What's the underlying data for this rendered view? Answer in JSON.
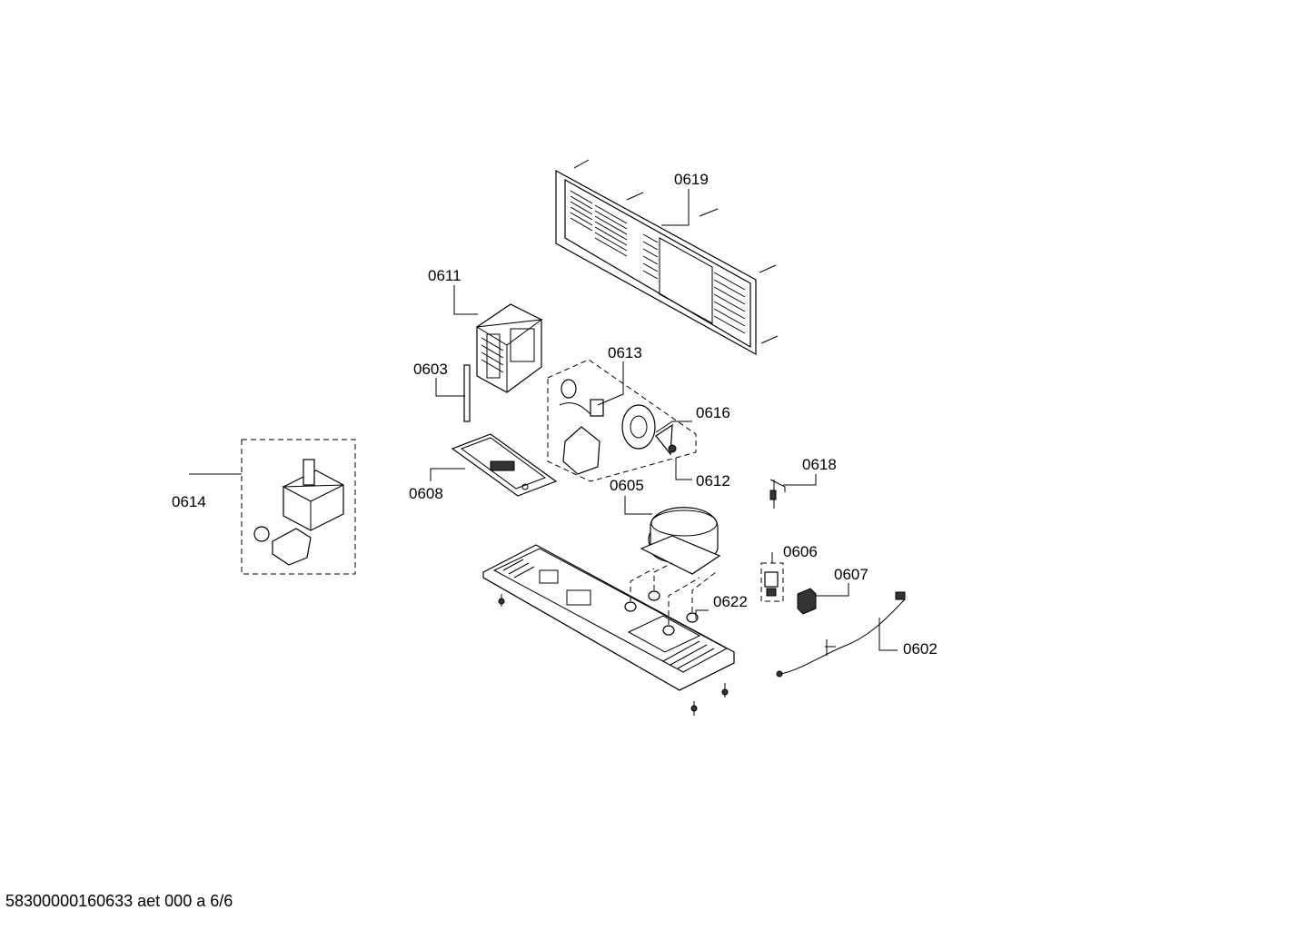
{
  "callouts": {
    "p0619": "0619",
    "p0611": "0611",
    "p0613": "0613",
    "p0603": "0603",
    "p0616": "0616",
    "p0614": "0614",
    "p0608": "0608",
    "p0612": "0612",
    "p0618": "0618",
    "p0605": "0605",
    "p0606": "0606",
    "p0607": "0607",
    "p0622": "0622",
    "p0602": "0602"
  },
  "footer": "58300000160633 aet 000 a 6/6"
}
